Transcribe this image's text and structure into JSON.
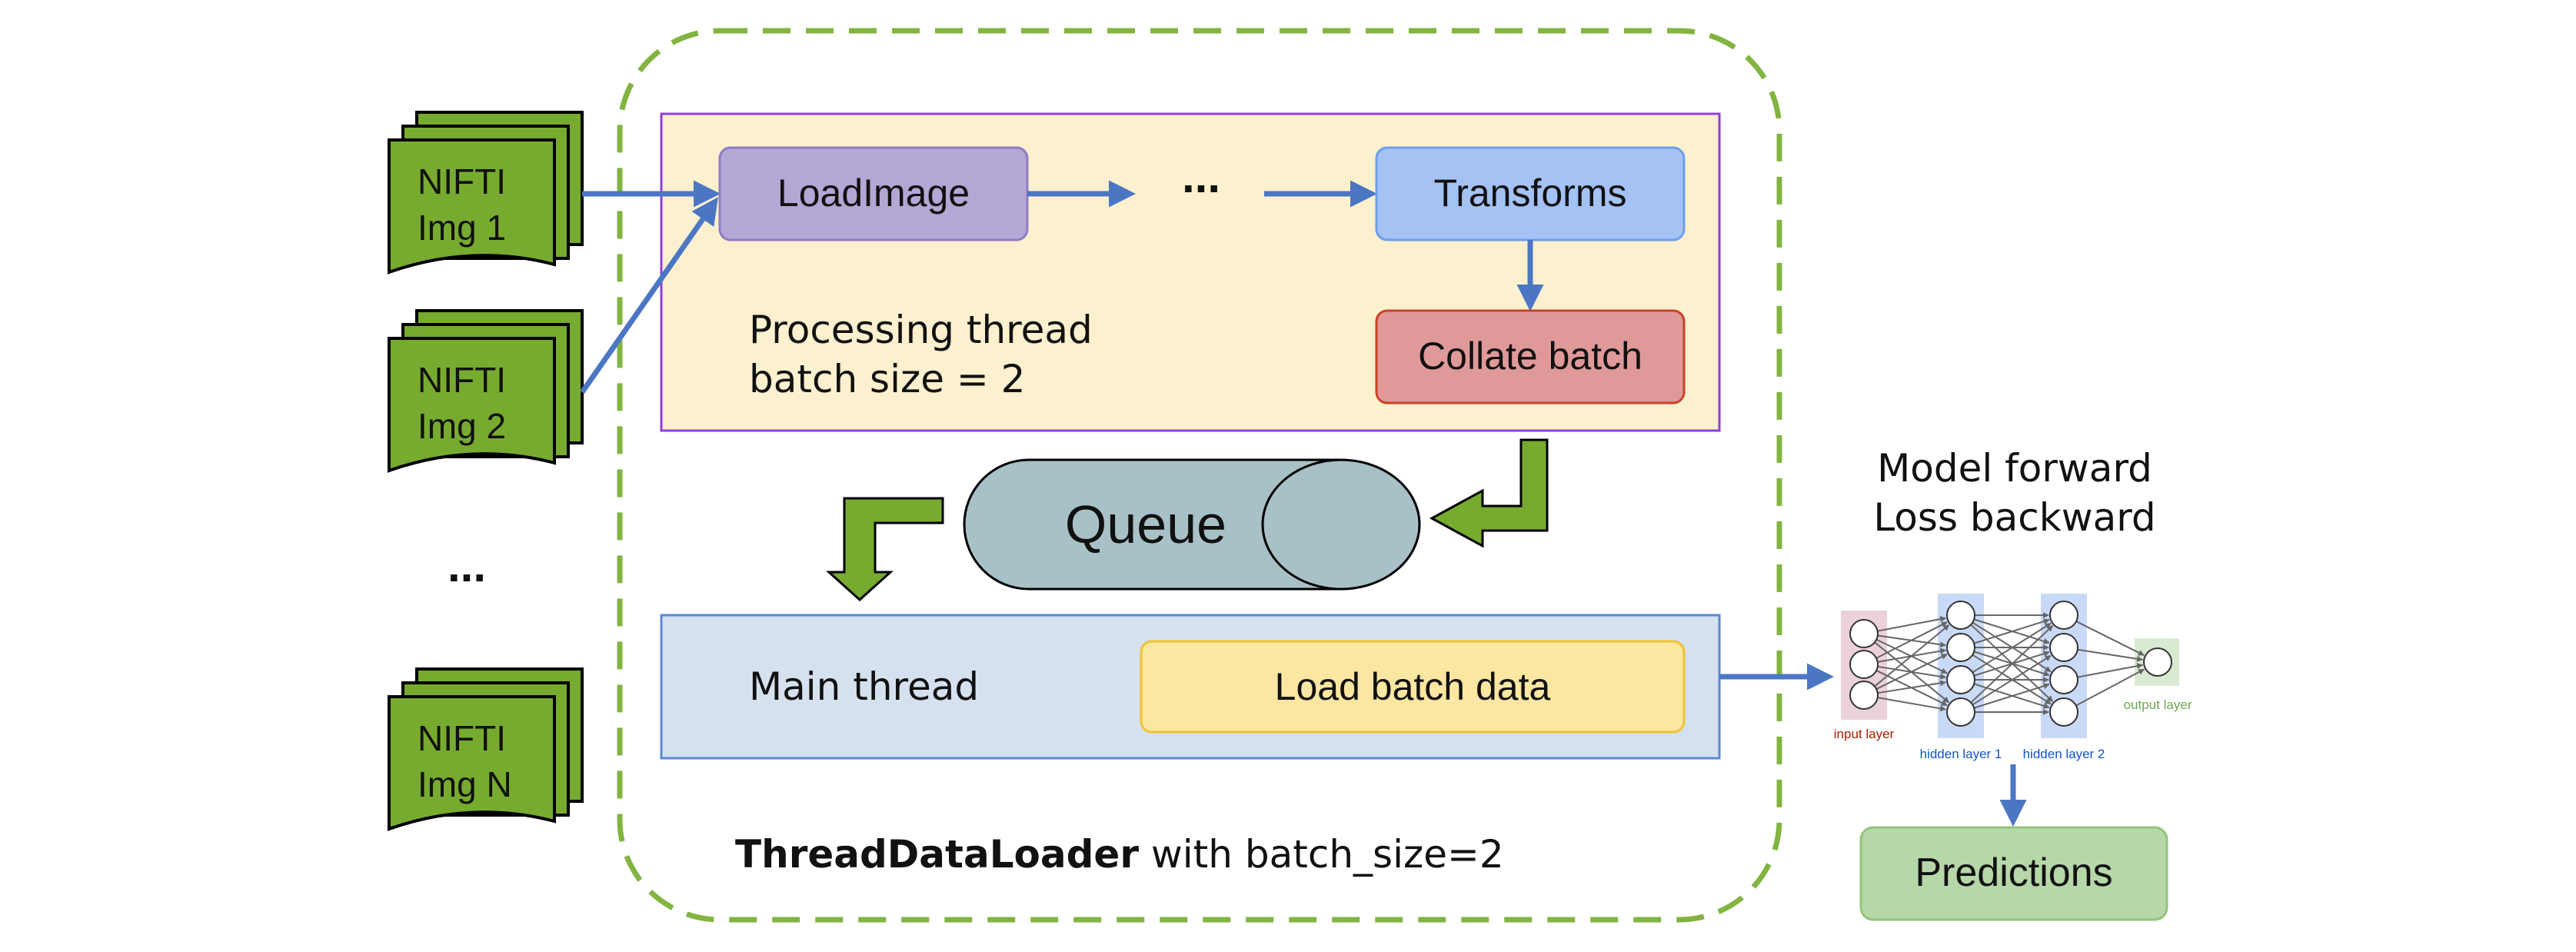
{
  "files": [
    {
      "line1": "NIFTI",
      "line2": "Img 1"
    },
    {
      "line1": "NIFTI",
      "line2": "Img 2"
    },
    {
      "line1": "NIFTI",
      "line2": "Img N"
    }
  ],
  "files_ellipsis": "...",
  "processing": {
    "load_image": "LoadImage",
    "ellipsis": "...",
    "transforms": "Transforms",
    "collate": "Collate batch",
    "label_line1": "Processing thread",
    "label_line2": "batch size = 2"
  },
  "queue_label": "Queue",
  "main": {
    "label": "Main thread",
    "load_batch": "Load batch data"
  },
  "loader": {
    "name_bold": "ThreadDataLoader",
    "suffix": " with batch_size=2"
  },
  "model": {
    "line1": "Model forward",
    "line2": "Loss backward",
    "input_layer": "input layer",
    "hidden1": "hidden layer 1",
    "hidden2": "hidden layer 2",
    "output_layer": "output layer"
  },
  "predictions": "Predictions",
  "colors": {
    "file_green": "#77ab2f",
    "dash_green": "#82b441",
    "processing_bg": "#fdf0cf",
    "processing_border": "#8e3fdc",
    "load_image": "#b4a7d6",
    "transforms": "#a4c2f4",
    "collate": "#e06666",
    "queue": "#a8c1c6",
    "main_bg": "#d5e1ef",
    "main_border": "#5b88d6",
    "load_batch": "#fbe6a2",
    "arrow_blue": "#4b76c4",
    "predictions": "#b6d7a8"
  }
}
